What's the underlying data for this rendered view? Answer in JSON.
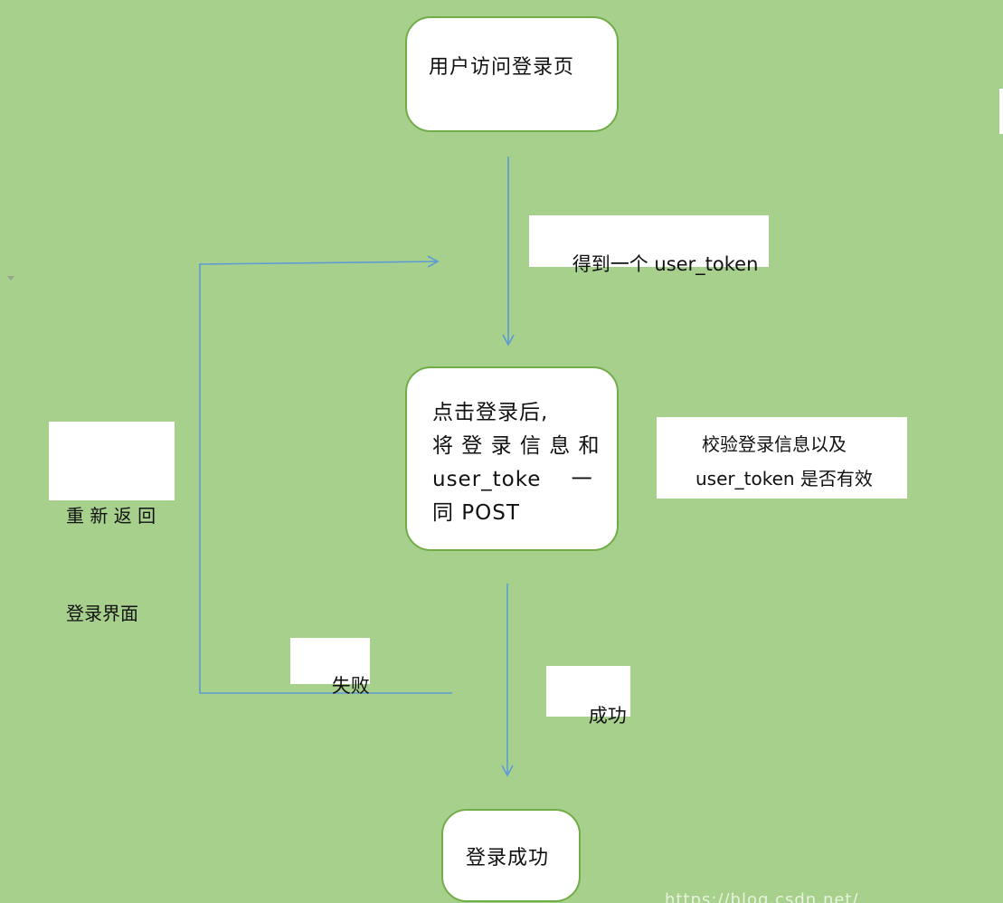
{
  "diagram": {
    "nodes": {
      "visit_login_page": {
        "lines": [
          "用户访问登录页"
        ]
      },
      "post_login": {
        "lines": [
          "点击登录后,",
          "将 登 录 信 息 和",
          "user_toke    一",
          "同 POST"
        ]
      },
      "login_success": {
        "lines": [
          "登录成功"
        ]
      }
    },
    "labels": {
      "get_token": "得到一个 user_token",
      "verify": [
        "校验登录信息以及",
        "user_token 是否有效"
      ],
      "return_login": [
        "重 新 返 回",
        "登录界面"
      ],
      "failure": "失败",
      "success": "成功"
    },
    "watermark": "https://blog.csdn.net/"
  },
  "colors": {
    "background": "#a8d08d",
    "node_border": "#70ad47",
    "connector": "#5b9bd5",
    "label_background": "#ffffff",
    "text": "#111111"
  }
}
